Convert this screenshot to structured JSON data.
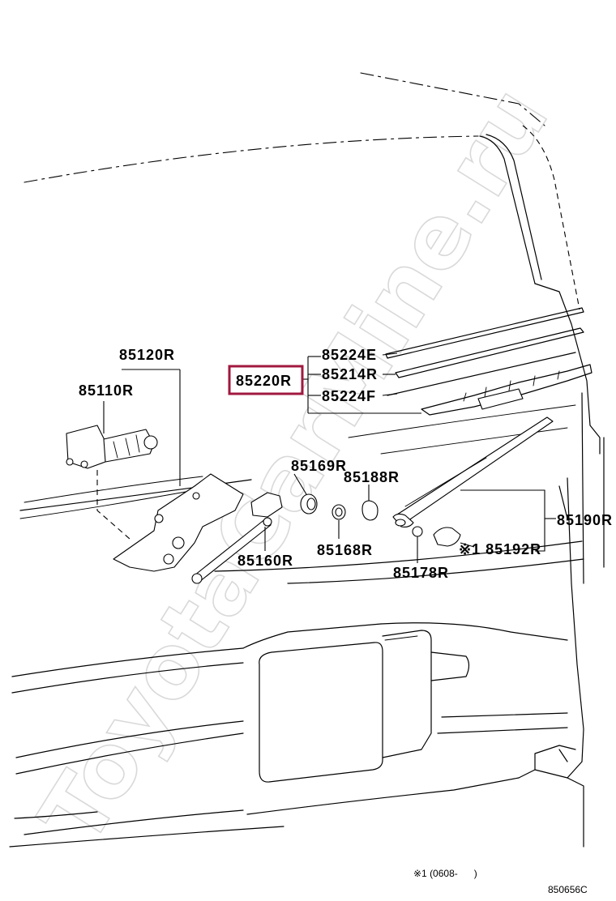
{
  "watermark": "ToyotaCarMine.ru",
  "parts": {
    "motor_bracket": "85120R",
    "motor": "85110R",
    "wiper_assembly": "85220R",
    "blade_insert_e": "85224E",
    "blade_refill": "85214R",
    "blade_insert_f": "85224F",
    "cushion": "85169R",
    "cap": "85188R",
    "link": "85160R",
    "bushing": "85168R",
    "nut": "85178R",
    "arm": "85190R",
    "arm_cover": "※1 85192R"
  },
  "footnote": "※1 (0608-      )",
  "diagram_code": "850656C",
  "highlight_color": "#a1183f"
}
